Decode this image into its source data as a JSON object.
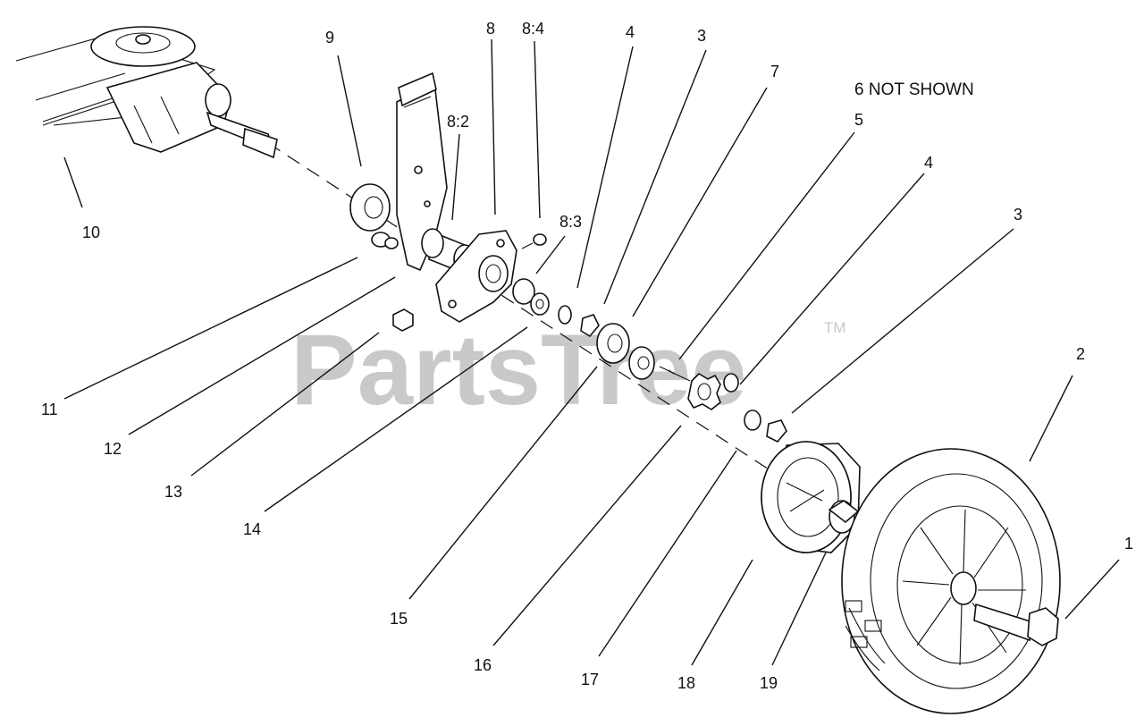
{
  "note": "6 NOT SHOWN",
  "watermark": {
    "text": "PartsTree",
    "trademark": "TM"
  },
  "callouts": [
    "10",
    "9",
    "8",
    "8:4",
    "8:2",
    "8:3",
    "4",
    "3",
    "7",
    "5",
    "4",
    "3",
    "2",
    "1",
    "11",
    "12",
    "13",
    "14",
    "15",
    "16",
    "17",
    "18",
    "19"
  ],
  "colors": {
    "line": "#111111",
    "watermark": "#c9c9c9",
    "background": "#ffffff"
  }
}
